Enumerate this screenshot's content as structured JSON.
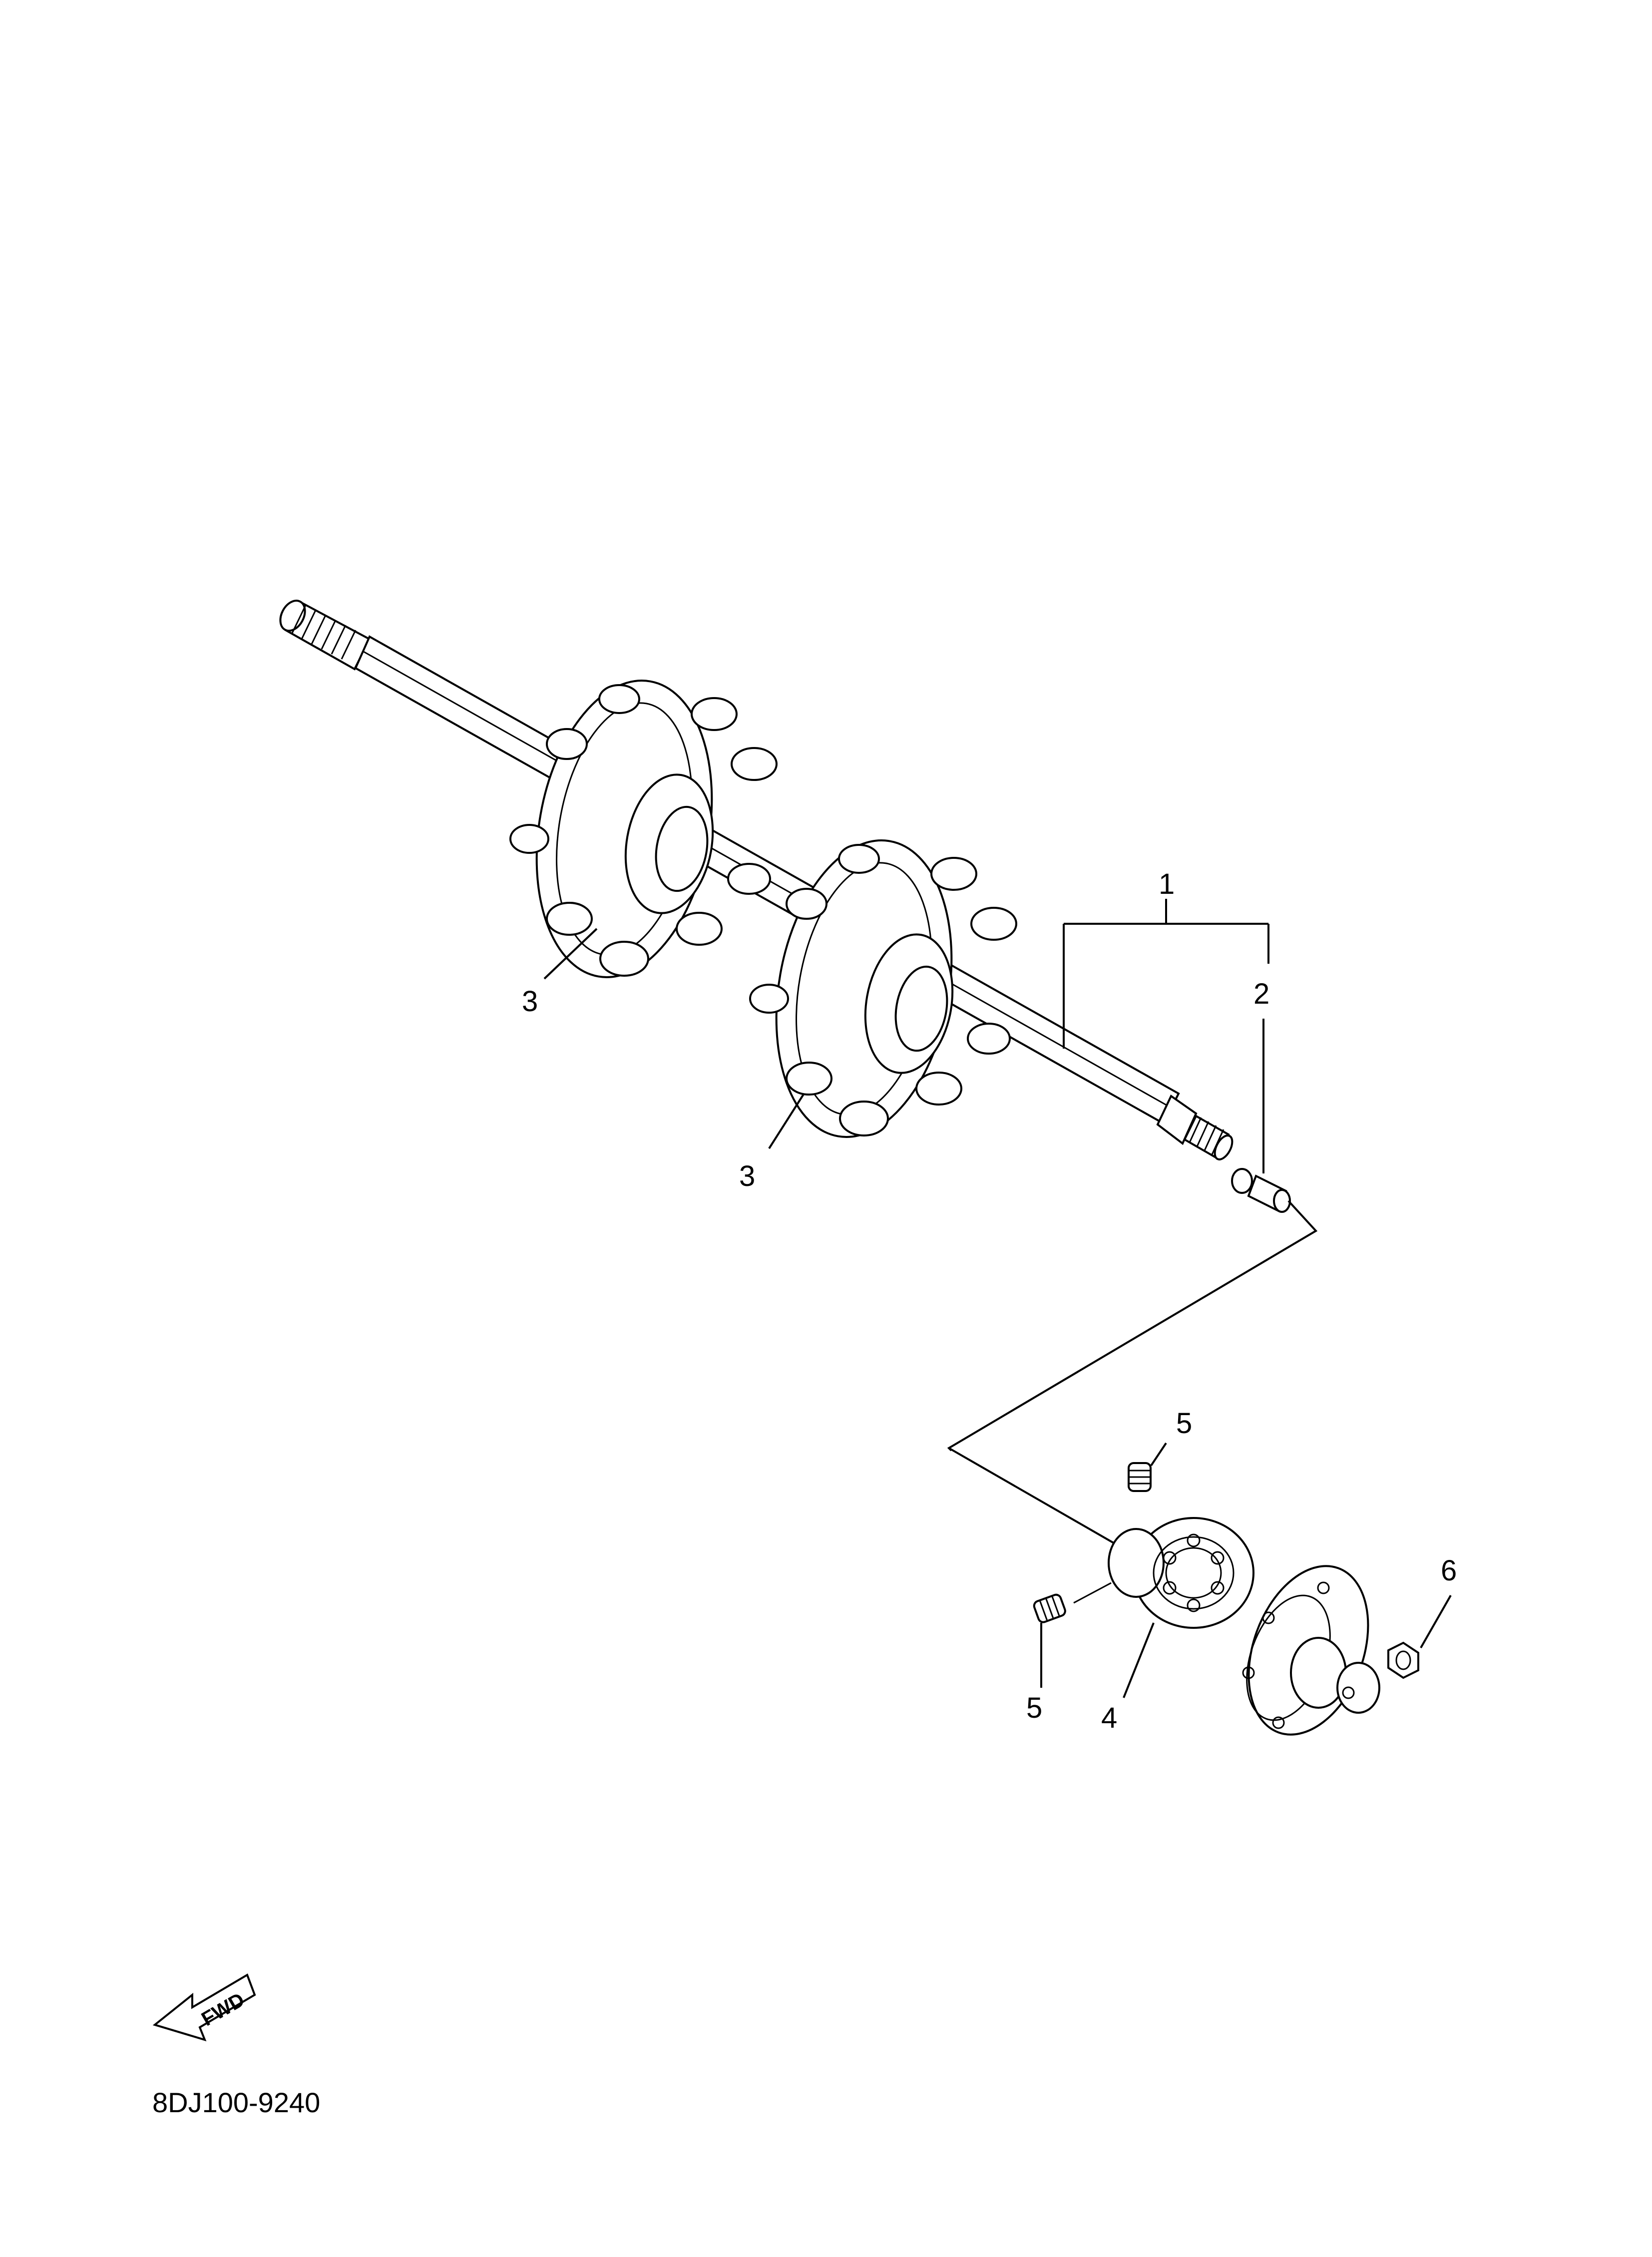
{
  "callouts": [
    {
      "id": "1",
      "label": "1"
    },
    {
      "id": "2",
      "label": "2"
    },
    {
      "id": "3a",
      "label": "3"
    },
    {
      "id": "3b",
      "label": "3"
    },
    {
      "id": "4",
      "label": "4"
    },
    {
      "id": "5a",
      "label": "5"
    },
    {
      "id": "5b",
      "label": "5"
    },
    {
      "id": "6",
      "label": "6"
    }
  ],
  "fwd_label": "FWD",
  "figure_code": "8DJ100-9240"
}
